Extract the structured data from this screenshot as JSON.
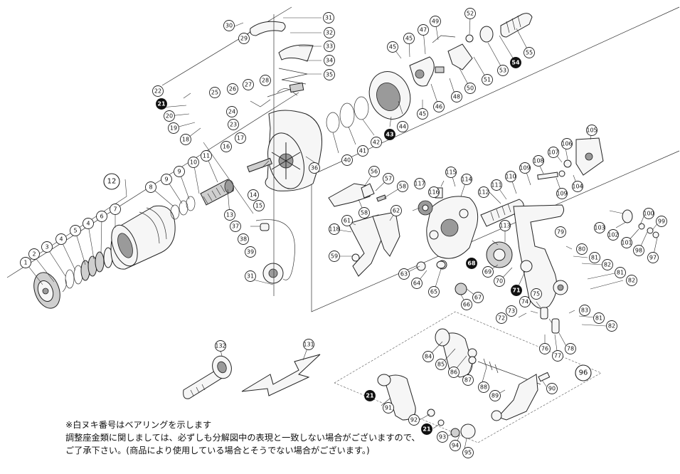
{
  "callouts": {
    "c1": "1",
    "c2": "2",
    "c3": "3",
    "c4": "4",
    "c5": "5",
    "c6": "6",
    "c7": "7",
    "c8": "8",
    "c9": "9",
    "c10": "10",
    "c11": "11",
    "c12": "12",
    "c13": "13",
    "c14": "14",
    "c15": "15",
    "c16": "16",
    "c17": "17",
    "c18": "18",
    "c19": "19",
    "c20": "20",
    "c21a": "21",
    "c21b": "21",
    "c21c": "21",
    "c22": "22",
    "c23": "23",
    "c24": "24",
    "c25": "25",
    "c26": "26",
    "c27": "27",
    "c28": "28",
    "c29": "29",
    "c30": "30",
    "c31a": "31",
    "c31b": "31",
    "c32": "32",
    "c33": "33",
    "c34": "34",
    "c35": "35",
    "c36": "36",
    "c37": "37",
    "c38": "38",
    "c39": "39",
    "c40": "40",
    "c41": "41",
    "c42": "42",
    "c43": "43",
    "c44": "44",
    "c45a": "45",
    "c45b": "45",
    "c45c": "45",
    "c46": "46",
    "c47": "47",
    "c48": "48",
    "c49": "49",
    "c50": "50",
    "c51": "51",
    "c52": "52",
    "c53": "53",
    "c54": "54",
    "c55": "55",
    "c56": "56",
    "c57": "57",
    "c58a": "58",
    "c58b": "58",
    "c59": "59",
    "c61": "61",
    "c62": "62",
    "c63": "63",
    "c64": "64",
    "c65": "65",
    "c66": "66",
    "c67": "67",
    "c68": "68",
    "c69": "69",
    "c70": "70",
    "c71": "71",
    "c72": "72",
    "c73": "73",
    "c74": "74",
    "c75": "75",
    "c76": "76",
    "c77": "77",
    "c78": "78",
    "c79": "79",
    "c80": "80",
    "c81a": "81",
    "c81b": "81",
    "c81c": "81",
    "c82a": "82",
    "c82b": "82",
    "c82c": "82",
    "c83": "83",
    "c84": "84",
    "c85": "85",
    "c86": "86",
    "c87": "87",
    "c88": "88",
    "c89": "89",
    "c90": "90",
    "c91": "91",
    "c92": "92",
    "c93": "93",
    "c94": "94",
    "c95": "95",
    "c96": "96",
    "c97": "97",
    "c98": "98",
    "c99": "99",
    "c100": "100",
    "c101": "101",
    "c102": "102",
    "c103": "103",
    "c104": "104",
    "c105": "105",
    "c106": "106",
    "c107": "107",
    "c108": "108",
    "c109a": "109",
    "c109b": "109",
    "c110": "110",
    "c111": "111",
    "c112": "112",
    "c113": "113",
    "c114": "114",
    "c115": "115",
    "c116": "116",
    "c117": "117",
    "c118": "118",
    "c131": "131",
    "c132": "132"
  },
  "notes": {
    "line1": "※白ヌキ番号はベアリングを示します",
    "line2": "調整座金類に関しましては、必ずしも分解図中の表現と一致しない場合がございますので、",
    "line3": "ご了承下さい。(商品により使用している場合とそうでない場合がございます。)"
  },
  "style": {
    "bearing_fill": "#111111",
    "callout_fill": "#ffffff",
    "line_color": "#222222"
  }
}
